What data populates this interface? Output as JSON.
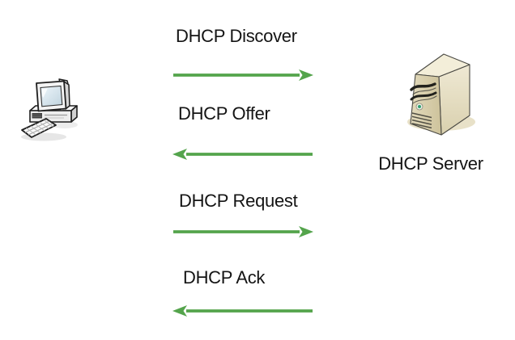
{
  "diagram": {
    "type": "protocol-sequence",
    "topic": "DHCP handshake"
  },
  "client": {
    "icon": "desktop-computer-icon"
  },
  "server": {
    "icon": "server-tower-icon",
    "label": "DHCP Server"
  },
  "messages": [
    {
      "label": "DHCP Discover",
      "direction": "right"
    },
    {
      "label": "DHCP Offer",
      "direction": "left"
    },
    {
      "label": "DHCP Request",
      "direction": "right"
    },
    {
      "label": "DHCP Ack",
      "direction": "left"
    }
  ],
  "colors": {
    "arrow": "#54a44c",
    "text": "#141414",
    "background": "#ffffff",
    "server_body": "#d9d0ae",
    "server_led": "#2f9e72"
  }
}
